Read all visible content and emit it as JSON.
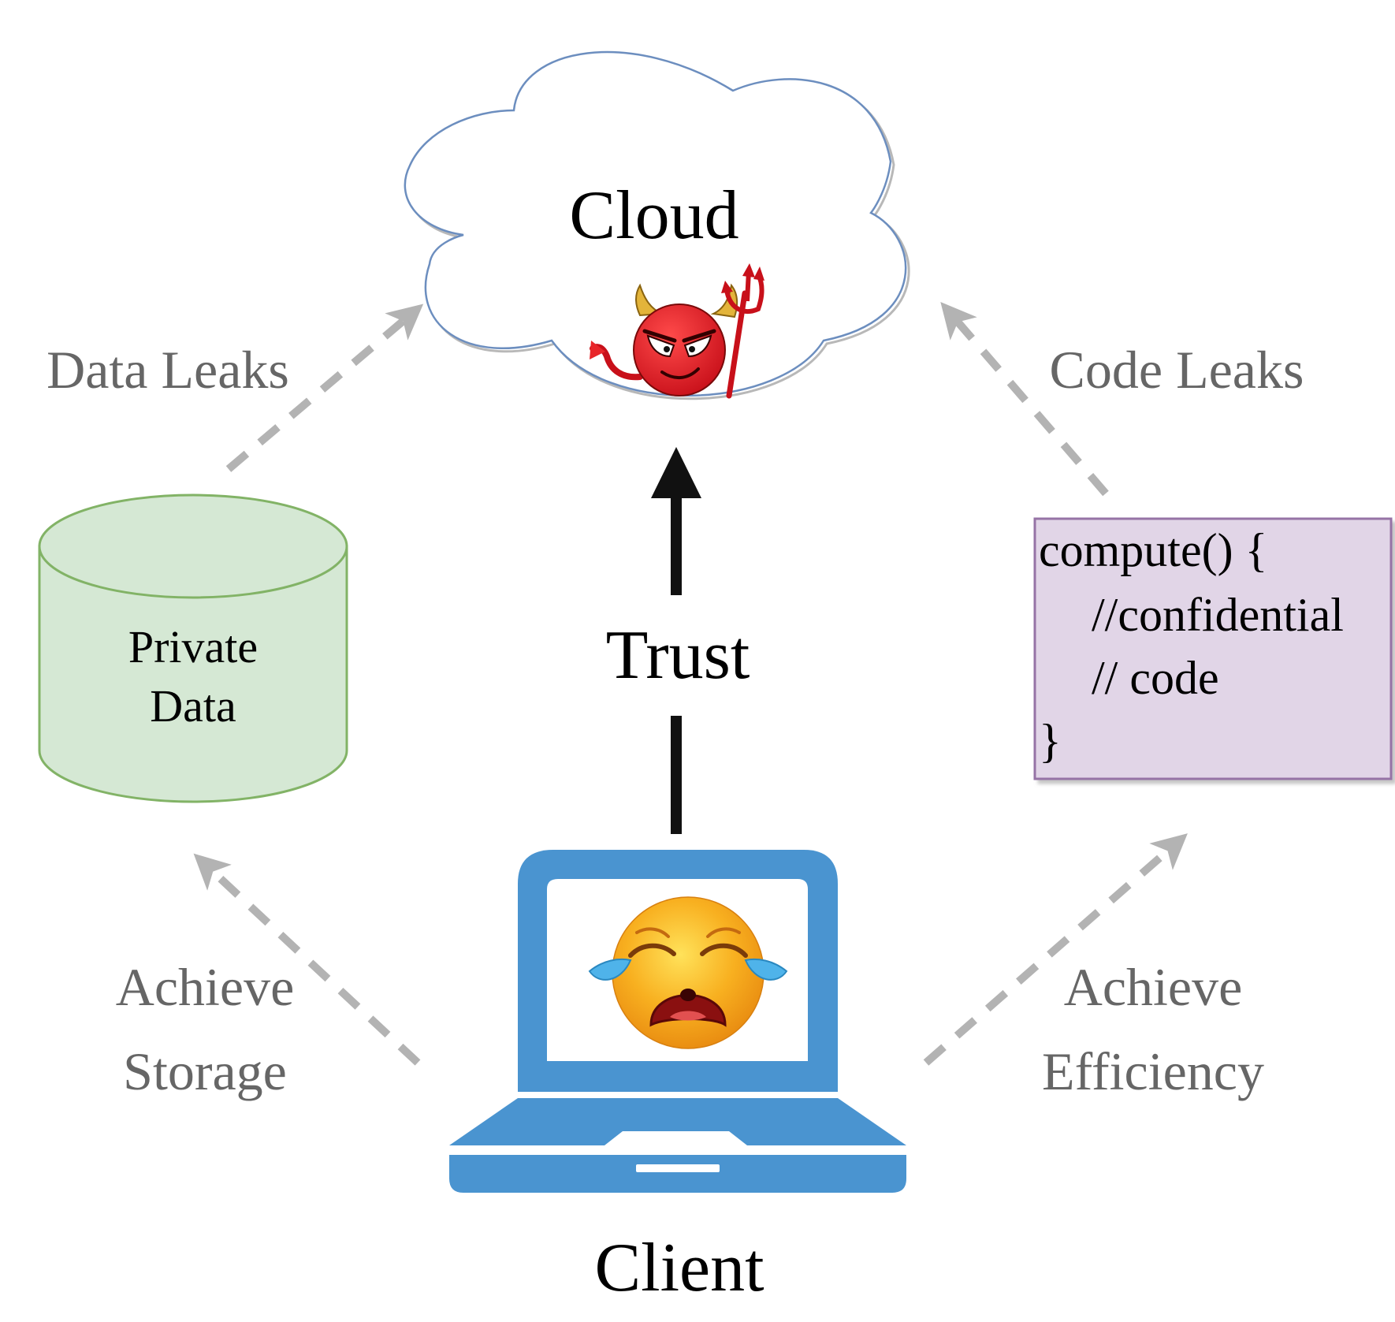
{
  "nodes": {
    "cloud": {
      "label": "Cloud"
    },
    "client": {
      "label": "Client"
    },
    "private_data": {
      "line1": "Private",
      "line2": "Data"
    },
    "code_box": {
      "lines": [
        "compute() {",
        "//confidential",
        "// code",
        "}"
      ]
    }
  },
  "edges": {
    "trust": {
      "label": "Trust"
    },
    "data_leaks": {
      "label": "Data Leaks"
    },
    "code_leaks": {
      "label": "Code Leaks"
    },
    "achieve_storage": {
      "line1": "Achieve",
      "line2": "Storage"
    },
    "achieve_efficiency": {
      "line1": "Achieve",
      "line2": "Efficiency"
    }
  },
  "colors": {
    "cloud_outline": "#6c8ebf",
    "database_fill": "#d5e8d4",
    "database_stroke": "#82b366",
    "code_fill": "#e1d5e7",
    "code_stroke": "#9673a6",
    "laptop_blue": "#4a94d0",
    "dashed_gray": "#b3b3b3",
    "label_gray": "#666666",
    "devil_red": "#e8262a"
  },
  "icons": {
    "cloud": "cloud-shape",
    "devil": "devil-face-icon",
    "trident": "trident-icon",
    "laptop": "laptop-icon",
    "crying_face": "crying-face-icon",
    "database": "database-cylinder"
  }
}
